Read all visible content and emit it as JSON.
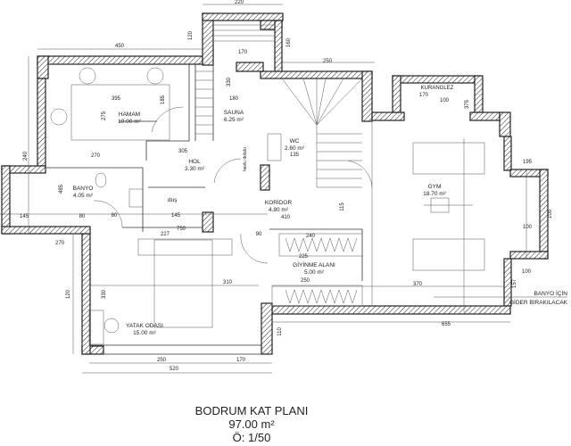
{
  "title": {
    "line1": "BODRUM KAT PLANI",
    "line2": "97.00 m²",
    "line3": "Ö: 1/50"
  },
  "rooms": [
    {
      "name": "HAMAM",
      "area": "10.00 m²"
    },
    {
      "name": "SAUNA",
      "area": "6.25 m²"
    },
    {
      "name": "WC",
      "area": "2.60 m²"
    },
    {
      "name": "HOL",
      "area": "3.30 m²"
    },
    {
      "name": "BANYO",
      "area": "4.05 m²"
    },
    {
      "name": "KORİDOR",
      "area": "4.80 m²"
    },
    {
      "name": "GYM",
      "area": "18.70 m²"
    },
    {
      "name": "GİYİNME ALANI",
      "area": "5.00 m²"
    },
    {
      "name": "YATAK ODASI",
      "area": "15.00 m²"
    }
  ],
  "notes": {
    "kuranglez_top": "KURANGLEZ",
    "dus": "duş",
    "havlu": "havlu dolabı",
    "banyo_note_1": "BANYO İÇİN",
    "banyo_note_2": "GİDER BIRAKILACAK"
  },
  "dimensions": [
    "220",
    "120",
    "450",
    "395",
    "275",
    "185",
    "270",
    "305",
    "170",
    "330",
    "180",
    "160",
    "250",
    "170",
    "100",
    "375",
    "195",
    "100",
    "240",
    "485",
    "145",
    "80",
    "270",
    "120",
    "330",
    "310",
    "750",
    "410",
    "115",
    "240",
    "225",
    "250",
    "655",
    "80",
    "370",
    "110",
    "100",
    "250",
    "170",
    "520",
    "227",
    "90",
    "145",
    "135",
    "157",
    "100"
  ]
}
